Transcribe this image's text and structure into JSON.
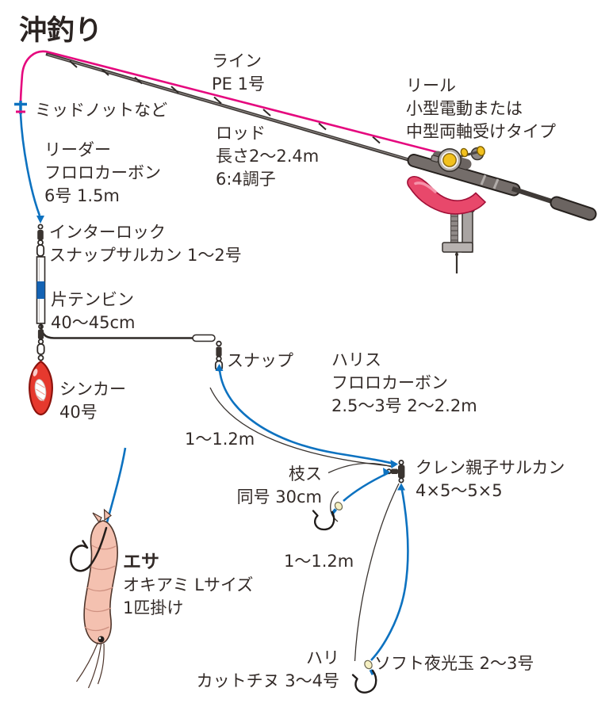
{
  "title": "沖釣り",
  "colors": {
    "pe_line": "#e5087e",
    "leader_and_harisu": "#0d72c0",
    "rod": "#3f3a37",
    "reel_spool": "#f2c11e",
    "rod_holder": "#e8486b",
    "sinker": "#e6392e",
    "bead": "#f6f0c2",
    "text": "#332b28"
  },
  "labels": {
    "line": {
      "l1": "ライン",
      "l2": "PE 1号"
    },
    "midknot": {
      "l1": "ミッドノットなど"
    },
    "leader": {
      "l1": "リーダー",
      "l2": "フロロカーボン",
      "l3": "6号 1.5m"
    },
    "rod": {
      "l1": "ロッド",
      "l2": "長さ2～2.4m",
      "l3": "6:4調子"
    },
    "reel": {
      "l1": "リール",
      "l2": "小型電動または",
      "l3": "中型両軸受けタイプ"
    },
    "interlock": {
      "l1": "インターロック",
      "l2": "スナップサルカン 1～2号"
    },
    "tenbin": {
      "l1": "片テンビン",
      "l2": "40～45cm"
    },
    "sinker": {
      "l1": "シンカー",
      "l2": "40号"
    },
    "snap": {
      "l1": "スナップ"
    },
    "harisu": {
      "l1": "ハリス",
      "l2": "フロロカーボン",
      "l3": "2.5～3号 2～2.2m"
    },
    "len_upper": {
      "l1": "1～1.2m"
    },
    "edasu": {
      "l1": "枝ス",
      "l2": "同号 30cm"
    },
    "kuren": {
      "l1": "クレン親子サルカン",
      "l2": "4×5～5×5"
    },
    "len_lower": {
      "l1": "1～1.2m"
    },
    "esa": {
      "l1": "エサ",
      "l2": "オキアミ Lサイズ",
      "l3": "1匹掛け"
    },
    "hari": {
      "l1": "ハリ",
      "l2": "カットチヌ 3～4号"
    },
    "yakodama": {
      "l1": "ソフト夜光玉 2～3号"
    }
  }
}
